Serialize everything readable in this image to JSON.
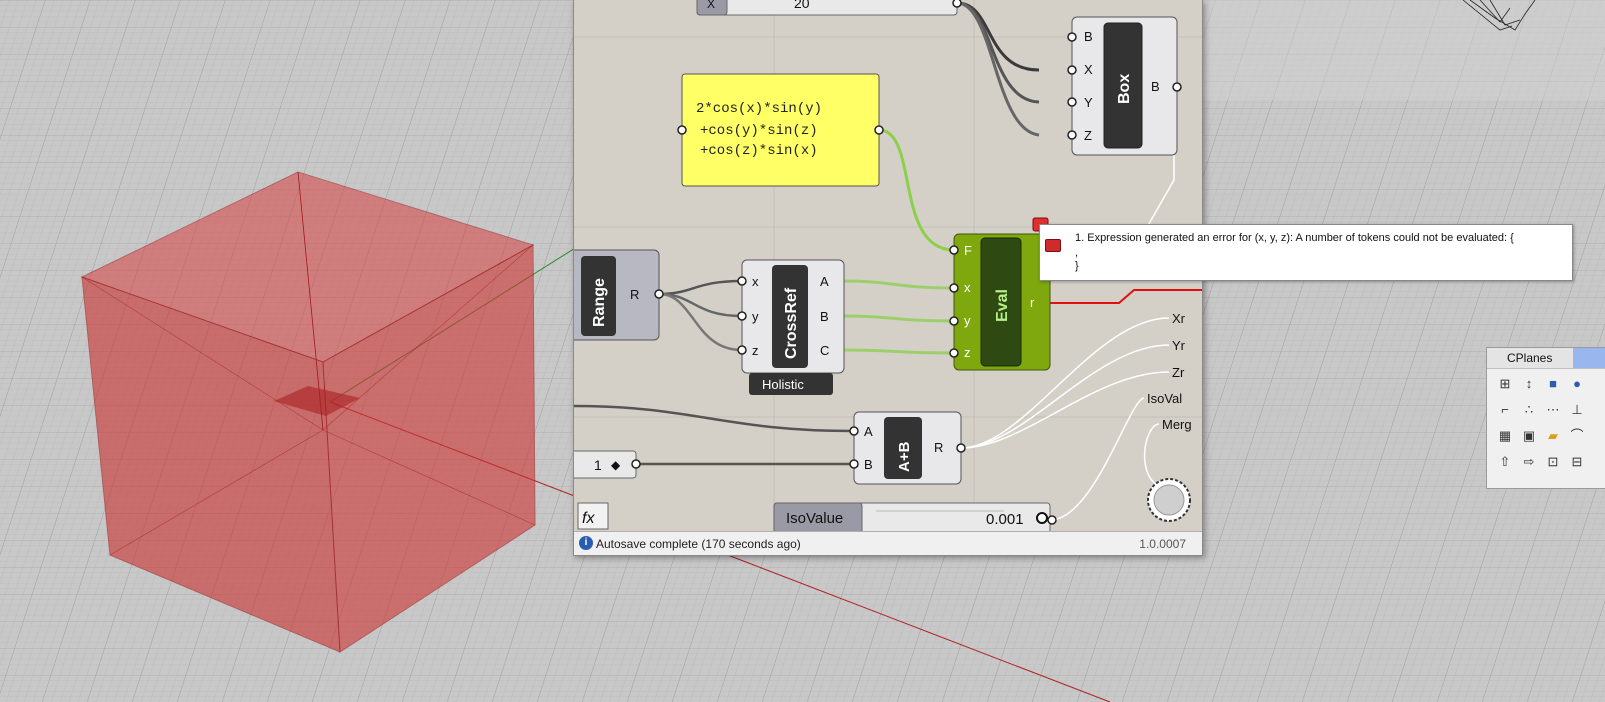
{
  "app": {
    "status_message": "Autosave complete (170 seconds ago)",
    "version": "1.0.0007"
  },
  "components": {
    "slider_top": {
      "label": "X",
      "value": "20"
    },
    "expression": {
      "lines": [
        "2*cos(x)*sin(y)",
        "+cos(y)*sin(z)",
        "+cos(z)*sin(x)"
      ]
    },
    "box": {
      "title": "Box",
      "inputs": [
        "B",
        "X",
        "Y",
        "Z"
      ],
      "output": "B"
    },
    "range": {
      "title": "Range",
      "output": "R"
    },
    "crossref": {
      "title": "CrossRef",
      "inputs": [
        "x",
        "y",
        "z"
      ],
      "outputs": [
        "A",
        "B",
        "C"
      ],
      "mode": "Holistic"
    },
    "eval": {
      "title": "Eval",
      "inputs": [
        "F",
        "x",
        "y",
        "z"
      ],
      "output": "r"
    },
    "addition": {
      "title": "A+B",
      "inputs": [
        "A",
        "B"
      ],
      "output": "R"
    },
    "number_one": {
      "value": "1"
    },
    "isovalue": {
      "label": "IsoValue",
      "value": "0.001"
    },
    "marching_inputs": [
      "Xr",
      "Yr",
      "Zr",
      "IsoVal",
      "Merg"
    ],
    "fx_button": "fx"
  },
  "error_tooltip": {
    "line1": "1. Expression generated an error for (x, y, z): A number of tokens could not be evaluated: {",
    "line2": ",",
    "line3": "}"
  },
  "cplanes_toolbar": {
    "tab": "CPlanes"
  },
  "colors": {
    "box_red": "#d83a3a",
    "eval_green": "#7ea80e",
    "expression_yellow": "#ffff66",
    "error_wire": "#e01010"
  }
}
